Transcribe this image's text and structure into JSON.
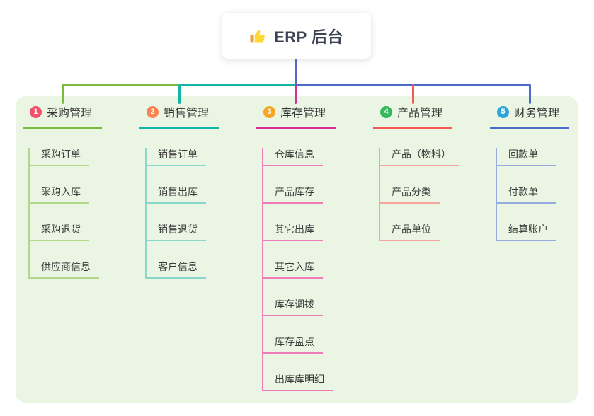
{
  "root": {
    "title": "ERP 后台",
    "icon": "thumbs-up-icon",
    "connector_color": "#5566c3"
  },
  "canvas": {
    "background": "#ffffff",
    "panel_color": "#eaf6e3"
  },
  "branches": [
    {
      "index": "1",
      "label": "采购管理",
      "color": "#7cb93f",
      "light_color": "#b2d98b",
      "badge_color": "#f2506b",
      "children": [
        "采购订单",
        "采购入库",
        "采购退货",
        "供应商信息"
      ]
    },
    {
      "index": "2",
      "label": "销售管理",
      "color": "#13b5a5",
      "light_color": "#8ad8cb",
      "badge_color": "#f9824f",
      "children": [
        "销售订单",
        "销售出库",
        "销售退货",
        "客户信息"
      ]
    },
    {
      "index": "3",
      "label": "库存管理",
      "color": "#d53090",
      "light_color": "#f07cba",
      "badge_color": "#f5a51f",
      "children": [
        "仓库信息",
        "产品库存",
        "其它出库",
        "其它入库",
        "库存调拨",
        "库存盘点",
        "出库库明细"
      ]
    },
    {
      "index": "4",
      "label": "产品管理",
      "color": "#f25a55",
      "light_color": "#f8a49e",
      "badge_color": "#35b75c",
      "children": [
        "产品（物料）",
        "产品分类",
        "产品单位"
      ]
    },
    {
      "index": "5",
      "label": "财务管理",
      "color": "#4a6cc8",
      "light_color": "#97abde",
      "badge_color": "#2ba6d8",
      "children": [
        "回款单",
        "付款单",
        "结算账户"
      ]
    }
  ]
}
